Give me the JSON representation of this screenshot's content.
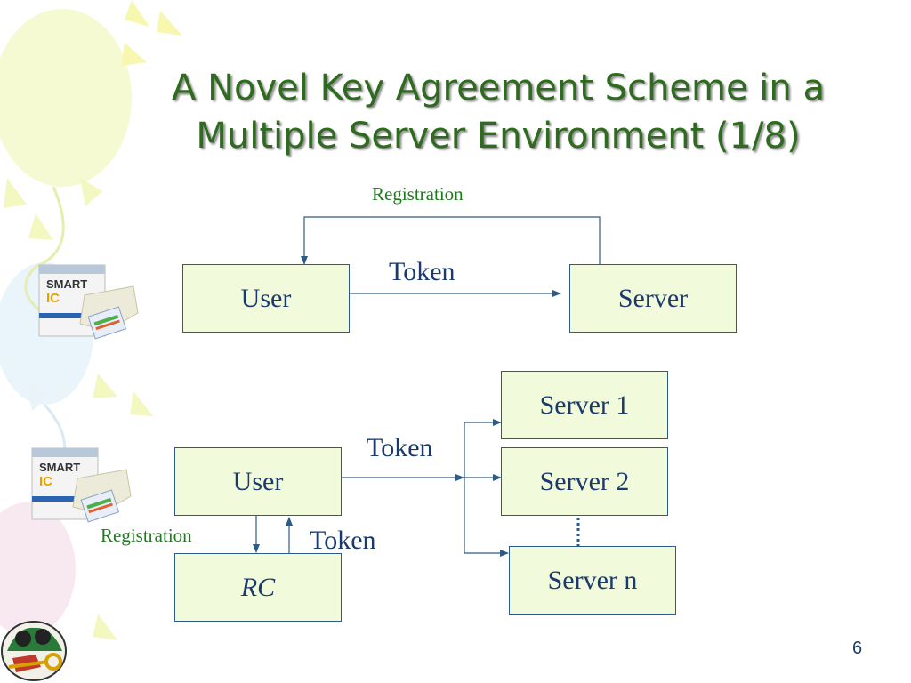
{
  "title": {
    "line1": "A Novel Key Agreement Scheme in a",
    "line2": "Multiple Server Environment (1/8)"
  },
  "diagram1": {
    "user": "User",
    "server": "Server",
    "token": "Token",
    "registration": "Registration"
  },
  "diagram2": {
    "user": "User",
    "rc": "RC",
    "servers": [
      "Server 1",
      "Server 2",
      "Server n"
    ],
    "token_top": "Token",
    "token_bottom": "Token",
    "registration": "Registration"
  },
  "card_reader": {
    "brand_line1": "SMART",
    "brand_line2": "IC"
  },
  "page_number": "6",
  "colors": {
    "title": "#2f6b1f",
    "box_fill": "#f1fbdc",
    "box_border": "#2e5a86",
    "arrow": "#2e5a86",
    "text": "#1a3a6e",
    "registration": "#1f7a1f"
  }
}
